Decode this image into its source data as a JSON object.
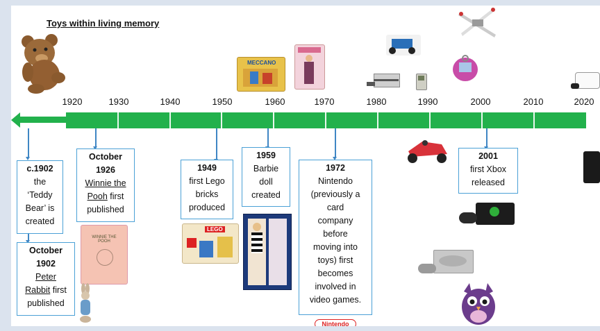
{
  "title": "Toys within living memory",
  "timeline": {
    "years": [
      "1920",
      "1930",
      "1940",
      "1950",
      "1960",
      "1970",
      "1980",
      "1990",
      "2000",
      "2010",
      "2020"
    ]
  },
  "events": {
    "teddy": {
      "line1": "c.1902",
      "line2": "the",
      "line3": "‘Teddy",
      "line4": "Bear’ is",
      "line5": "created"
    },
    "rabbit": {
      "line1": "October",
      "line2": "1902",
      "line3": "Peter",
      "line4": "Rabbit",
      "line4b": " first",
      "line5": "published"
    },
    "pooh": {
      "line1": "October",
      "line2": "1926",
      "line3": "Winnie the",
      "line4": "Pooh",
      "line4b": " first",
      "line5": "published"
    },
    "lego": {
      "line1": "1949",
      "line2": "first Lego",
      "line3": "bricks",
      "line4": "produced"
    },
    "barbie": {
      "line1": "1959",
      "line2": "Barbie",
      "line3": "doll",
      "line4": "created"
    },
    "nintendo": {
      "line1": "1972",
      "line2": "Nintendo",
      "line3": "(previously a",
      "line4": "card",
      "line5": "company",
      "line6": "before",
      "line7": "moving into",
      "line8": "toys) first",
      "line9": "becomes",
      "line10": "involved in",
      "line11": "video games."
    },
    "xbox": {
      "line1": "2001",
      "line2": "first Xbox",
      "line3": "released"
    }
  },
  "images": {
    "meccano_label": "MECCANO",
    "lego_label": "LEGO",
    "pooh_book_label": "WINNIE THE POOH",
    "nintendo_logo": "Nintendo"
  },
  "colors": {
    "bar": "#22b14c",
    "box_border": "#4aa0d6",
    "connector": "#3f86c4"
  }
}
